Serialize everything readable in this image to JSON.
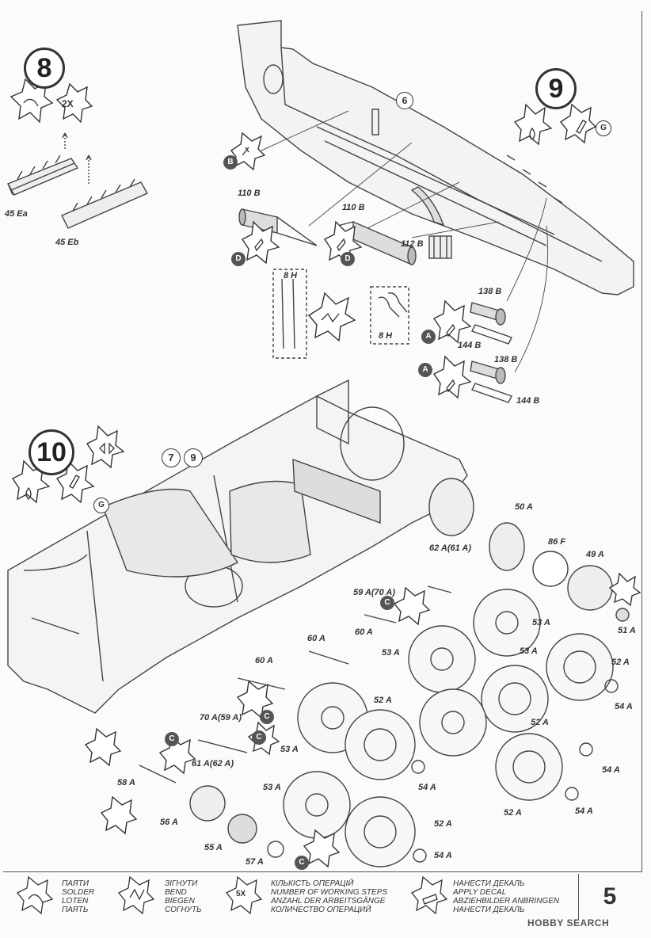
{
  "steps": {
    "step8": {
      "number": "8",
      "multiplier": "2X"
    },
    "step9": {
      "number": "9",
      "badge": "G"
    },
    "step10": {
      "number": "10",
      "badge": "G",
      "refs": [
        "7",
        "9"
      ]
    },
    "sub6": "6"
  },
  "parts": {
    "p45Ea": "45 Ea",
    "p45Eb": "45 Eb",
    "p110B_1": "110 B",
    "p110B_2": "110 B",
    "p112B": "112 B",
    "p8H_1": "8 H",
    "p8H_2": "8 H",
    "p138B_1": "138 B",
    "p138B_2": "138 B",
    "p144B_1": "144 B",
    "p144B_2": "144 B",
    "p50A": "50 A",
    "p86F": "86 F",
    "p49A": "49 A",
    "p62A61A": "62 A(61 A)",
    "p59A70A": "59 A(70 A)",
    "p60A_1": "60 A",
    "p60A_2": "60 A",
    "p60A_3": "60 A",
    "p51A": "51 A",
    "p53A_1": "53 A",
    "p53A_2": "53 A",
    "p53A_3": "53 A",
    "p53A_4": "53 A",
    "p53A_5": "53 A",
    "p52A_1": "52 A",
    "p52A_2": "52 A",
    "p52A_3": "52 A",
    "p52A_4": "52 A",
    "p52A_5": "52 A",
    "p54A_1": "54 A",
    "p54A_2": "54 A",
    "p54A_3": "54 A",
    "p54A_4": "54 A",
    "p54A_5": "54 A",
    "p70A59A": "70 A(59 A)",
    "p61A62A": "61 A(62 A)",
    "p58A": "58 A",
    "p56A": "56 A",
    "p55A": "55 A",
    "p57A": "57 A"
  },
  "callouts": {
    "A1": "A",
    "A2": "A",
    "B": "B",
    "D1": "D",
    "D2": "D",
    "C1": "C",
    "C2": "C",
    "C3": "C",
    "C4": "C",
    "C5": "C"
  },
  "legend": {
    "solder": [
      "ПАЯТИ",
      "SOLDER",
      "LOTEN",
      "ПАЯТЬ"
    ],
    "bend": [
      "ЗІГНУТИ",
      "BEND",
      "BIEGEN",
      "СОГНУТЬ"
    ],
    "steps_badge": "5X",
    "steps": [
      "КІЛЬКІСТЬ ОПЕРАЦІЙ",
      "NUMBER OF WORKING STEPS",
      "ANZAHL DER ARBEITSGÄNGE",
      "КОЛИЧЕСТВО ОПЕРАЦИЙ"
    ],
    "decal": [
      "НАНЕСТИ ДЕКАЛЬ",
      "APPLY DECAL",
      "ABZIEHBILDER ANBRINGEN",
      "НАНЕСТИ ДЕКАЛЬ"
    ]
  },
  "page_number": "5",
  "watermark": "HOBBY SEARCH"
}
